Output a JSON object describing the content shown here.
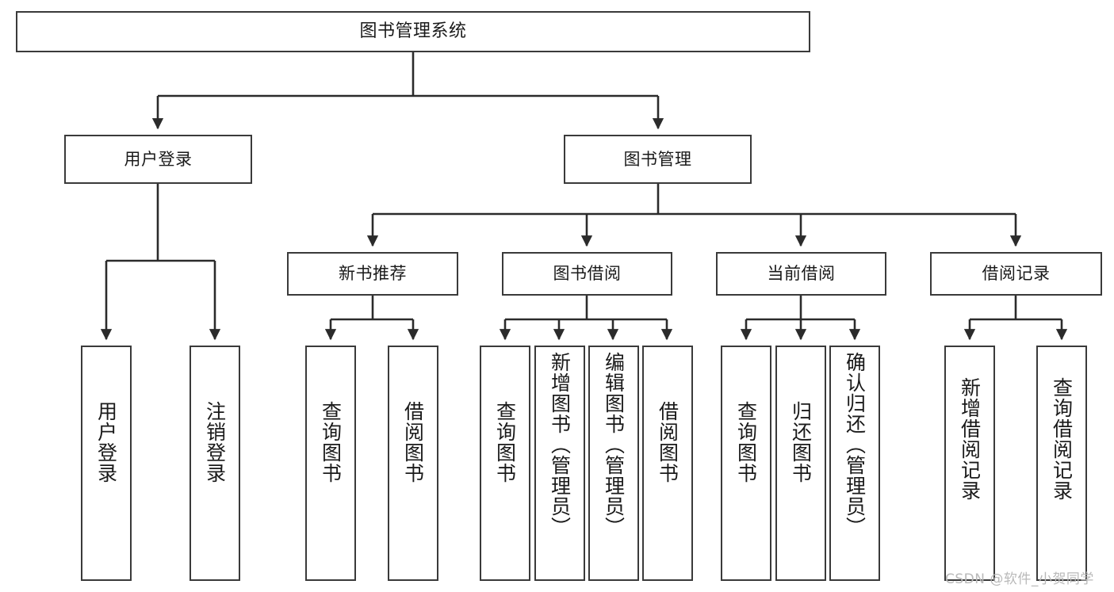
{
  "diagram": {
    "type": "tree-hierarchy-chart",
    "title": "图书管理系统",
    "colors": {
      "box_border": "#3a3a3a",
      "box_fill": "#ffffff",
      "edge": "#2b2b2b",
      "text": "#1a1a1a",
      "watermark": "#b9b9b9",
      "background": "#ffffff"
    },
    "root": {
      "label": "图书管理系统"
    },
    "level2": [
      {
        "label": "用户登录"
      },
      {
        "label": "图书管理"
      }
    ],
    "level3": [
      {
        "label": "新书推荐"
      },
      {
        "label": "图书借阅"
      },
      {
        "label": "当前借阅"
      },
      {
        "label": "借阅记录"
      }
    ],
    "leaves": [
      {
        "label": "用户登录",
        "parent": "用户登录"
      },
      {
        "label": "注销登录",
        "parent": "用户登录"
      },
      {
        "label": "查询图书",
        "parent": "新书推荐"
      },
      {
        "label": "借阅图书",
        "parent": "新书推荐"
      },
      {
        "label": "查询图书",
        "parent": "图书借阅"
      },
      {
        "label": "新增图书（管理员）",
        "parent": "图书借阅"
      },
      {
        "label": "编辑图书（管理员）",
        "parent": "图书借阅"
      },
      {
        "label": "借阅图书",
        "parent": "图书借阅"
      },
      {
        "label": "查询图书",
        "parent": "当前借阅"
      },
      {
        "label": "归还图书",
        "parent": "当前借阅"
      },
      {
        "label": "确认归还（管理员）",
        "parent": "当前借阅"
      },
      {
        "label": "新增借阅记录",
        "parent": "借阅记录"
      },
      {
        "label": "查询借阅记录",
        "parent": "借阅记录"
      }
    ],
    "watermark": "CSDN @软件_小贺同学"
  }
}
